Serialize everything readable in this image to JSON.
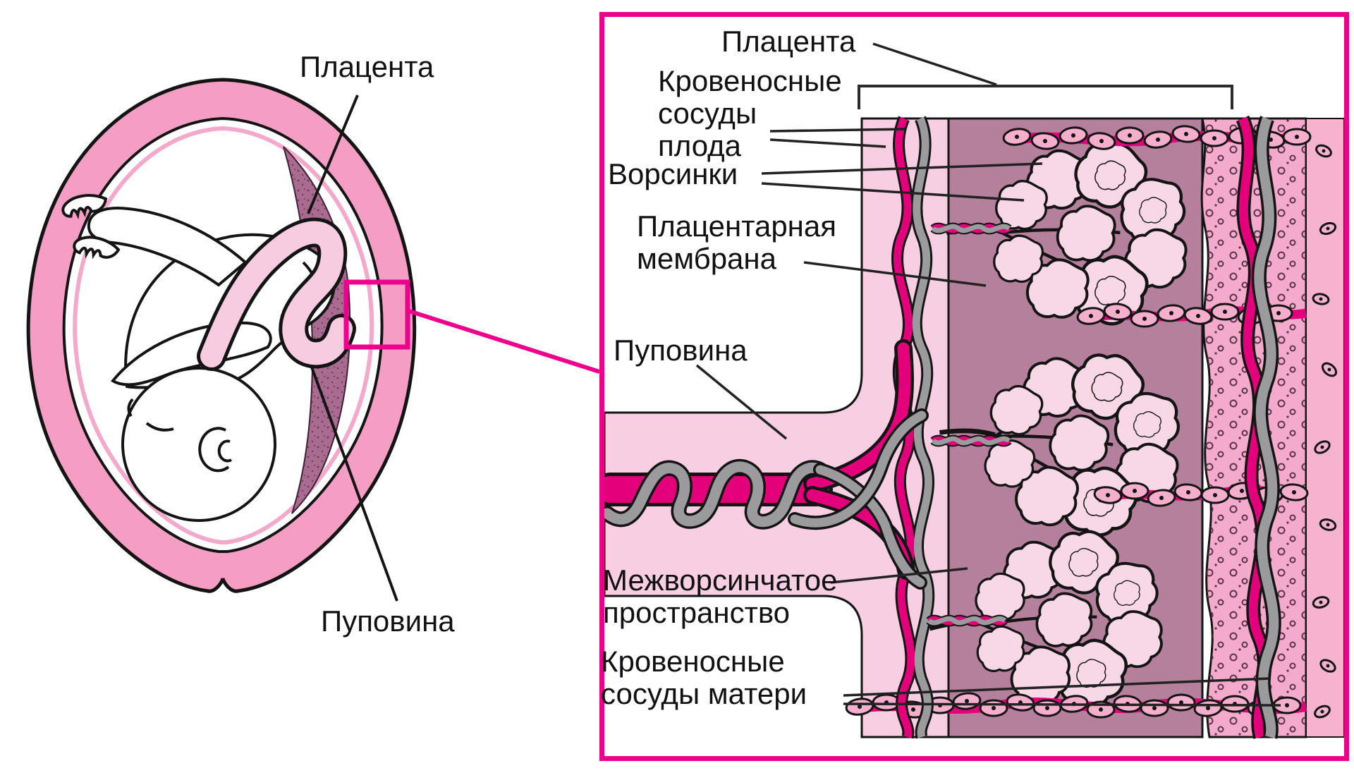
{
  "figure_left": {
    "label_placenta": "Плацента",
    "label_cord": "Пуповина"
  },
  "panel_right": {
    "label_placenta": "Плацента",
    "label_fetal_vessels": [
      "Кровеносные",
      "сосуды",
      "плода"
    ],
    "label_villi": "Ворсинки",
    "label_membrane": [
      "Плацентарная",
      "мембрана"
    ],
    "label_cord": "Пуповина",
    "label_intervillous": [
      "Межворсинчатое",
      "пространство"
    ],
    "label_maternal_vessels": [
      "Кровеносные",
      "сосуды матери"
    ]
  },
  "colors": {
    "panel_border_magenta": "#EC008C",
    "vessel_magenta": "#E3007B",
    "vessel_grey": "#9B9B9D",
    "uterus_wall_pink": "#F49EC4",
    "cord_light_pink": "#F7CCE0",
    "chorion_light_pink": "#F7CEE2",
    "intervillous_mauve": "#B5809C",
    "decidua_pink": "#F4AACA",
    "maternal_band_pink": "#F5B3D0",
    "villi_pink": "#F8D7E6",
    "placenta_dark": "#A96C90",
    "text": "#111111"
  }
}
